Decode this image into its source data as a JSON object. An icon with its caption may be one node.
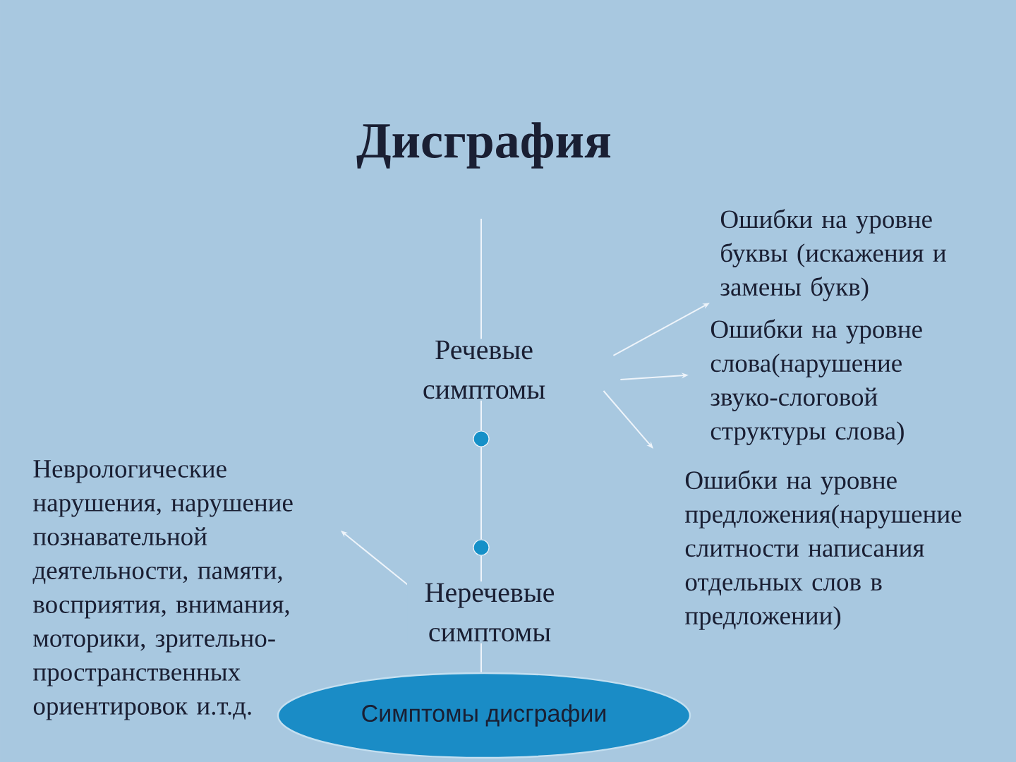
{
  "diagram": {
    "title": "Дисграфия",
    "nodes": [
      {
        "text": [
          "Симптомы дисграфии"
        ]
      },
      {
        "text": [
          "Речевые симптомы"
        ]
      },
      {
        "text": [
          "Неречевые симптомы"
        ]
      },
      {
        "text": [
          "Ошибки на уровне буквы (искажения и замены букв)"
        ]
      },
      {
        "text": [
          "Ошибки на уровне слова(нарушение звуко-слоговой структуры слова)"
        ]
      },
      {
        "text": [
          "Ошибки на уровне предложения(нарушение слитности написания отдельных слов в предложении)"
        ]
      },
      {
        "text": [
          "Неврологические нарушения, нарушение познавательной деятельности, памяти, восприятия, внимания, моторики, зрительно-пространственных ориентировок и.т.д."
        ]
      },
      {
        "text": [],
        "shape": "circle"
      },
      {
        "text": [],
        "shape": "circle"
      }
    ],
    "edges": [
      {
        "from": 0,
        "to": 2,
        "arrow": "none"
      },
      {
        "from": 2,
        "to": 8,
        "arrow": "none"
      },
      {
        "from": 8,
        "to": 7,
        "arrow": "none"
      },
      {
        "from": 7,
        "to": 1,
        "arrow": "none"
      },
      {
        "from": 1,
        "to": null,
        "arrow": "none"
      },
      {
        "from": 1,
        "to": 3,
        "arrow": "to"
      },
      {
        "from": 1,
        "to": 4,
        "arrow": "to"
      },
      {
        "from": 1,
        "to": 5,
        "arrow": "to"
      },
      {
        "from": 2,
        "to": 6,
        "arrow": "to"
      }
    ]
  }
}
